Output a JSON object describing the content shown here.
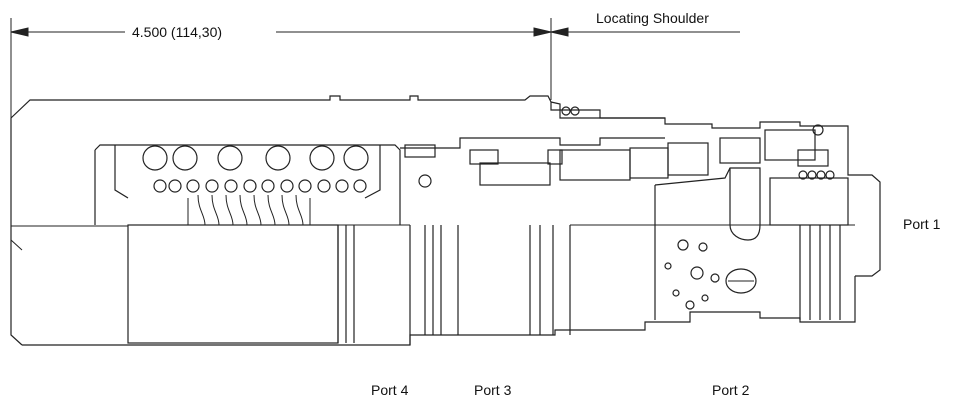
{
  "dimension": {
    "overall_length": "4.500 (114,30)",
    "locating_shoulder": "Locating Shoulder"
  },
  "ports": {
    "port1": "Port 1",
    "port2": "Port 2",
    "port3": "Port 3",
    "port4": "Port 4"
  }
}
